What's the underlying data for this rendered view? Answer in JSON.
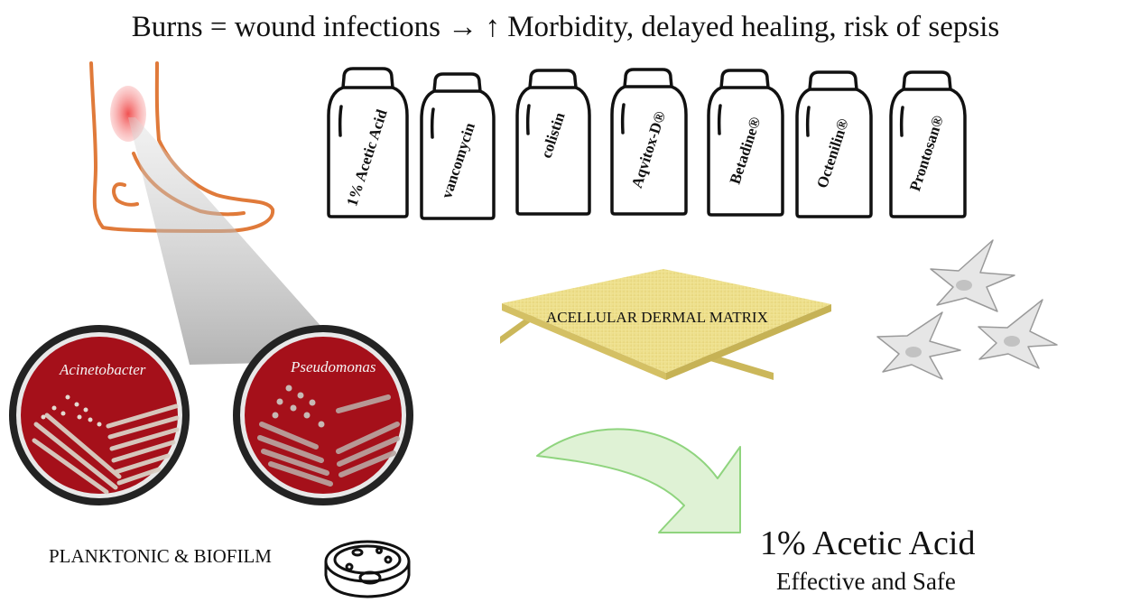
{
  "title": "Burns = wound infections → ↑ Morbidity, delayed healing, risk of sepsis",
  "bottles": [
    {
      "label": "1% Acetic Acid"
    },
    {
      "label": "vancomycin"
    },
    {
      "label": "colistin"
    },
    {
      "label": "Aqvitox-D®"
    },
    {
      "label": "Betadine®"
    },
    {
      "label": "Octenilin®"
    },
    {
      "label": "Prontosan®"
    }
  ],
  "plates": [
    {
      "label": "Acinetobacter"
    },
    {
      "label": "Pseudomonas"
    }
  ],
  "labels": {
    "biofilm": "PLANKTONIC & BIOFILM",
    "matrix": "ACELLULAR DERMAL MATRIX",
    "result_title": "1% Acetic Acid",
    "result_subtitle": "Effective and Safe"
  },
  "colors": {
    "foot_outline": "#e07a3a",
    "burn_spot": "#f07070",
    "matrix_fill": "#efe08c",
    "agar": "#a5101a",
    "arrow_fill": "#dff2d5",
    "arrow_stroke": "#8fd47e",
    "cell_fill": "#e6e6e6"
  },
  "icons": [
    "foot-icon",
    "bottle-icon",
    "petri-dish-icon",
    "cell-icon",
    "curved-arrow-icon"
  ]
}
